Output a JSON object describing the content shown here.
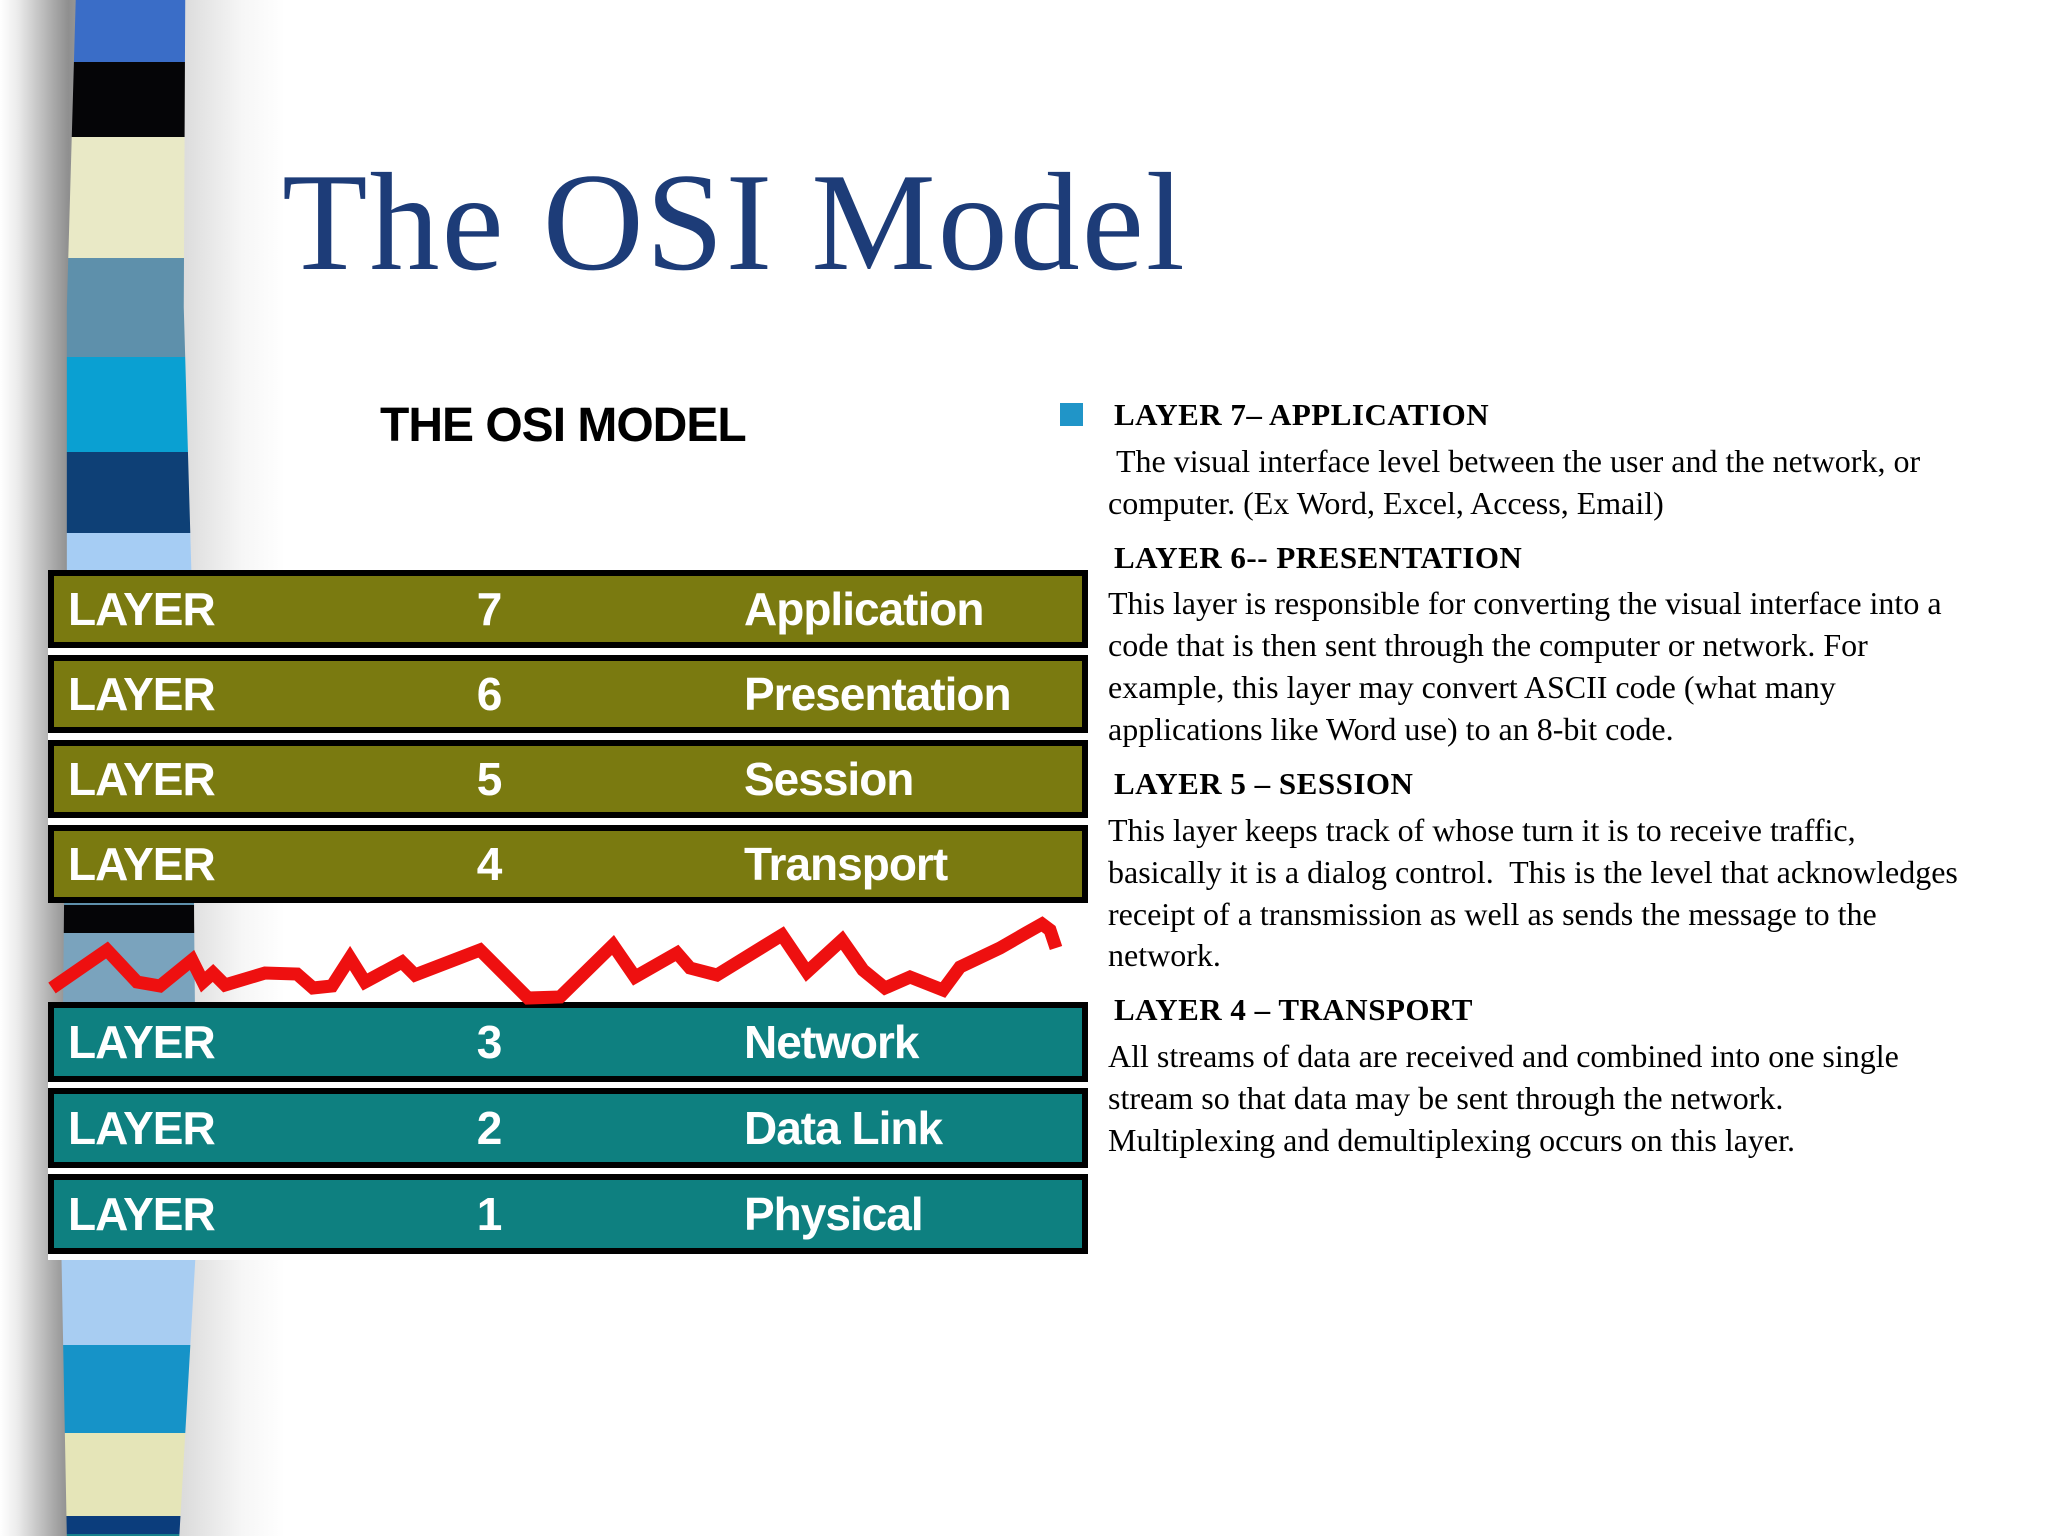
{
  "slide_title": "The OSI Model",
  "diagram": {
    "heading": "THE OSI MODEL",
    "upper_rows": [
      {
        "label": "LAYER",
        "number": "7",
        "name": "Application"
      },
      {
        "label": "LAYER",
        "number": "6",
        "name": "Presentation"
      },
      {
        "label": "LAYER",
        "number": "5",
        "name": "Session"
      },
      {
        "label": "LAYER",
        "number": "4",
        "name": "Transport"
      }
    ],
    "lower_rows": [
      {
        "label": "LAYER",
        "number": "3",
        "name": "Network"
      },
      {
        "label": "LAYER",
        "number": "2",
        "name": "Data Link"
      },
      {
        "label": "LAYER",
        "number": "1",
        "name": "Physical"
      }
    ]
  },
  "sections": [
    {
      "heading": "LAYER 7– APPLICATION",
      "body": " The visual interface level between the user and the network, or computer. (Ex Word, Excel, Access, Email)"
    },
    {
      "heading": "LAYER 6--  PRESENTATION",
      "body": "This layer is responsible for converting the visual interface into a code that is then sent through the computer or network. For example, this layer may convert ASCII code (what many applications like Word use) to an 8-bit code."
    },
    {
      "heading": "LAYER 5 – SESSION",
      "body": "This layer keeps track of whose turn it is to receive traffic, basically it is a dialog control.  This is the level that acknowledges receipt of a transmission as well as sends the message to the network."
    },
    {
      "heading": "LAYER 4 – TRANSPORT",
      "body": "All streams of data are received and combined into one single stream so that data may be sent through the network.  Multiplexing and demultiplexing occurs on this layer."
    }
  ],
  "colors": {
    "upper_row_fill": "#7a7a10",
    "lower_row_fill": "#0e8080",
    "squiggle_red": "#ee1010",
    "title_navy": "#1d3c78",
    "bullet_cyan": "#2095c8",
    "row_text": "#ffffff"
  }
}
